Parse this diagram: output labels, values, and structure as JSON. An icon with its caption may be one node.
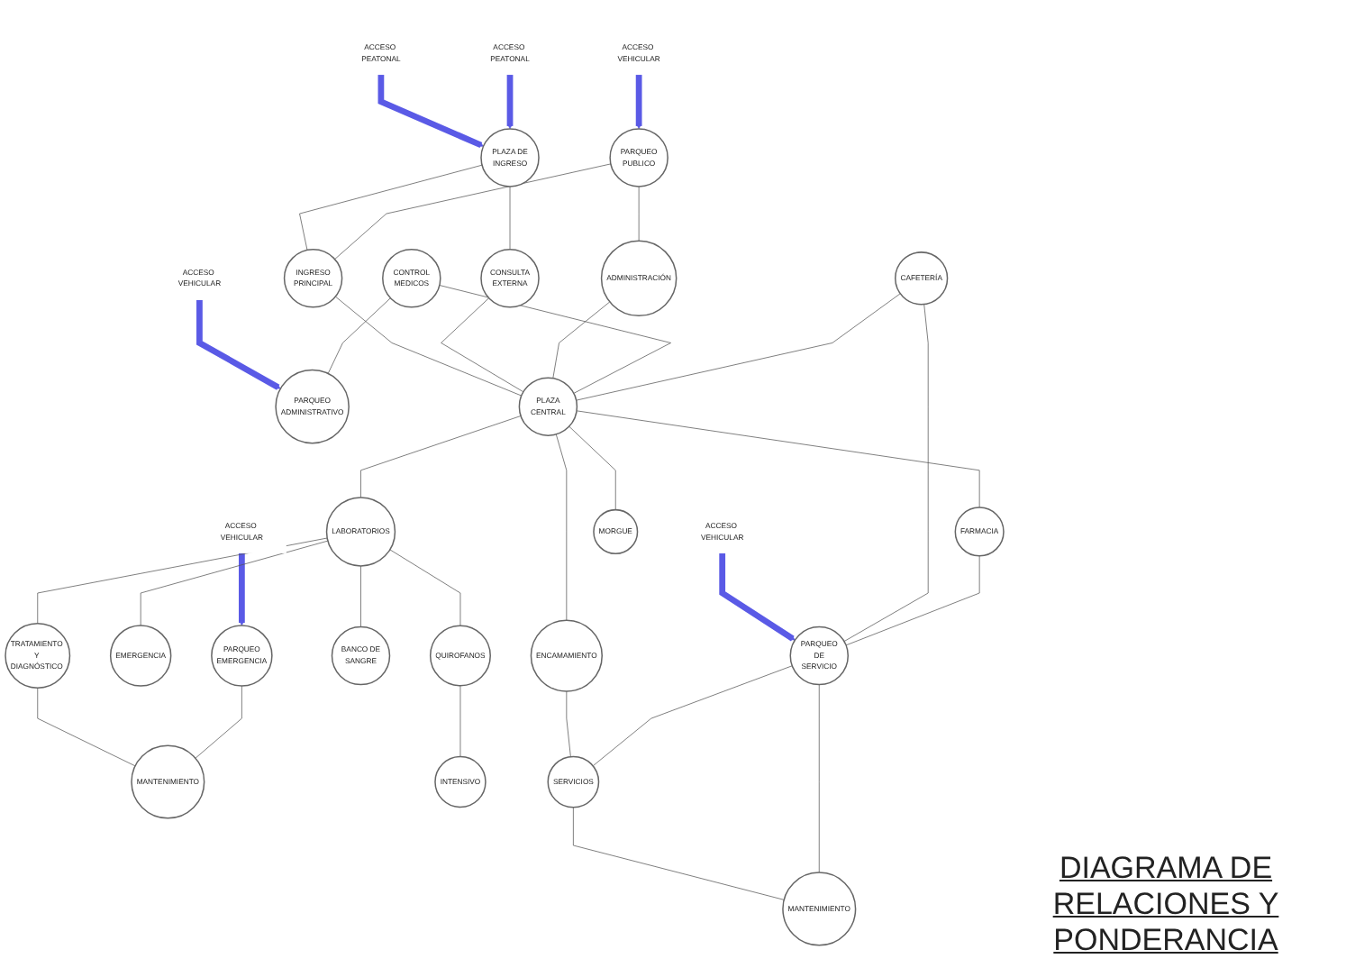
{
  "diagram": {
    "title": "DIAGRAMA DE RELACIONES Y PONDERANCIA",
    "nodes": [
      {
        "text": [
          "ACCESO PEATONAL"
        ]
      },
      {
        "text": [
          "ACCESO VEHICULAR"
        ]
      },
      {
        "text": [
          "ACCESO PEATONAL"
        ]
      },
      {
        "text": [
          "PLAZA DE INGRESO"
        ]
      },
      {
        "text": [
          "PARQUEO PUBLICO"
        ]
      },
      {
        "text": [
          "ACCESO VEHICULAR"
        ]
      },
      {
        "text": [
          "INGRESO PRINCIPAL"
        ]
      },
      {
        "text": [
          "CONTROL MEDICOS"
        ]
      },
      {
        "text": [
          "CONSULTA EXTERNA"
        ]
      },
      {
        "text": [
          "ADMINISTRACIÓN"
        ]
      },
      {
        "text": [
          "PARQUEO EMERGENCIA"
        ]
      },
      {
        "text": [
          "EMERGENCIA"
        ]
      },
      {
        "text": [
          "ACCESO VEHICULAR"
        ]
      },
      {
        "text": [
          "PARQUEO ADMINISTRATIVO"
        ]
      },
      {
        "text": [
          "CAFETERÍA"
        ]
      },
      {
        "text": [
          "PLAZA CENTRAL"
        ]
      },
      {
        "text": [
          "LABORATORIOS"
        ]
      },
      {
        "text": [
          "TRATAMIENTO Y DIAGNÓSTICO"
        ]
      },
      {
        "text": [
          "MANTENIMIENTO"
        ]
      },
      {
        "text": [
          "FARMACIA"
        ]
      },
      {
        "text": [
          "MORGUE"
        ]
      },
      {
        "text": [
          "BANCO DE SANGRE"
        ]
      },
      {
        "text": [
          "QUIROFANOS"
        ]
      },
      {
        "text": [
          "ENCAMAMIENTO"
        ]
      },
      {
        "text": [
          "INTENSIVO"
        ]
      },
      {
        "text": [
          "ACCESO VEHICULAR"
        ]
      },
      {
        "text": [
          "PARQUEO DE SERVICIO"
        ]
      },
      {
        "text": [
          "SERVICIOS"
        ]
      },
      {
        "text": [
          "MANTENIMIENTO"
        ]
      }
    ],
    "edges": [
      {
        "from": 0,
        "to": 3,
        "arrow": "to",
        "style": "thick",
        "color": "#5a5ae6"
      },
      {
        "from": 1,
        "to": 4,
        "arrow": "to",
        "style": "thick",
        "color": "#5a5ae6"
      },
      {
        "from": 2,
        "to": 3,
        "arrow": "to",
        "style": "thick",
        "color": "#5a5ae6"
      },
      {
        "from": 5,
        "to": 10,
        "arrow": "to",
        "style": "thick",
        "color": "#5a5ae6"
      },
      {
        "from": 12,
        "to": 13,
        "arrow": "to",
        "style": "thick",
        "color": "#5a5ae6"
      },
      {
        "from": 25,
        "to": 26,
        "arrow": "to",
        "style": "thick",
        "color": "#5a5ae6"
      },
      {
        "from": 3,
        "to": 8,
        "arrow": "none"
      },
      {
        "from": 3,
        "to": 6,
        "arrow": "none"
      },
      {
        "from": 4,
        "to": 6,
        "arrow": "none"
      },
      {
        "from": 4,
        "to": 9,
        "arrow": "none"
      },
      {
        "from": 6,
        "to": 15,
        "arrow": "none"
      },
      {
        "from": 8,
        "to": 15,
        "arrow": "none"
      },
      {
        "from": 9,
        "to": 15,
        "arrow": "none"
      },
      {
        "from": 7,
        "to": 13,
        "arrow": "none"
      },
      {
        "from": 7,
        "to": 15,
        "arrow": "none"
      },
      {
        "from": 14,
        "to": 15,
        "arrow": "none"
      },
      {
        "from": 15,
        "to": 16,
        "arrow": "none"
      },
      {
        "from": 15,
        "to": 19,
        "arrow": "none"
      },
      {
        "from": 15,
        "to": 20,
        "arrow": "none"
      },
      {
        "from": 15,
        "to": 23,
        "arrow": "none"
      },
      {
        "from": 16,
        "to": 11,
        "arrow": "none"
      },
      {
        "from": 16,
        "to": 17,
        "arrow": "none"
      },
      {
        "from": 17,
        "to": 18,
        "arrow": "none"
      },
      {
        "from": 10,
        "to": 18,
        "arrow": "none"
      },
      {
        "from": 16,
        "to": 21,
        "arrow": "none"
      },
      {
        "from": 16,
        "to": 22,
        "arrow": "none"
      },
      {
        "from": 22,
        "to": 24,
        "arrow": "none"
      },
      {
        "from": 14,
        "to": 26,
        "arrow": "none"
      },
      {
        "from": 19,
        "to": 26,
        "arrow": "none"
      },
      {
        "from": 23,
        "to": 27,
        "arrow": "none"
      },
      {
        "from": 26,
        "to": 27,
        "arrow": "none"
      },
      {
        "from": 27,
        "to": 28,
        "arrow": "none"
      },
      {
        "from": 26,
        "to": 28,
        "arrow": "none"
      }
    ]
  }
}
